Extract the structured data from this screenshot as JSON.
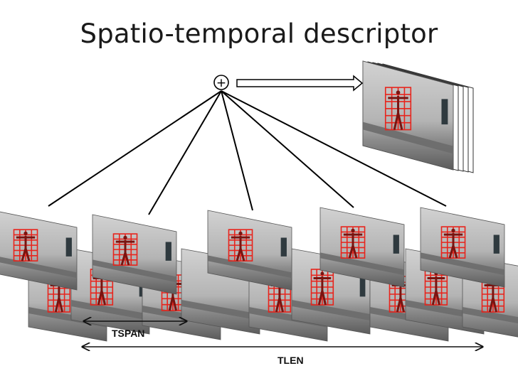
{
  "title": "Spatio-temporal descriptor",
  "sum_symbol": "+",
  "labels": {
    "tspan": "TSPAN",
    "tlen": "TLEN"
  },
  "colors": {
    "grid": "#e8241c",
    "wall": "#b9b9b9",
    "floor": "#6c6c6c",
    "window": "#2f3a3f"
  }
}
